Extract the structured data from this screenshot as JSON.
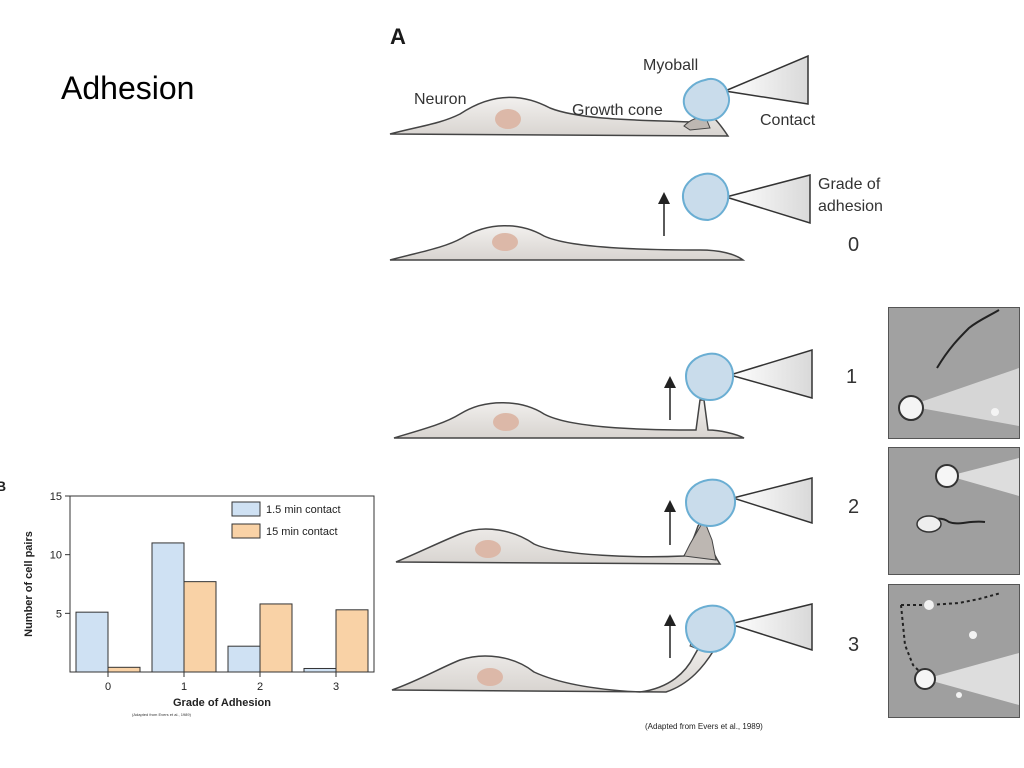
{
  "slide": {
    "title": "Adhesion",
    "panel_letter": "A",
    "cut_letter": "B"
  },
  "diagram": {
    "labels": {
      "neuron": "Neuron",
      "growth_cone": "Growth cone",
      "myoball": "Myoball",
      "contact": "Contact",
      "grade_heading_line1": "Grade of",
      "grade_heading_line2": "adhesion"
    },
    "grades": [
      "0",
      "1",
      "2",
      "3"
    ],
    "credit": "(Adapted from Evers et al., 1989)"
  },
  "colors": {
    "cell_fill": "#e6e3e0",
    "nucleus": "#dcb8a8",
    "myoball_fill": "#c9dceb",
    "myoball_stroke": "#6aaed3",
    "pipette": "#eeeeee",
    "bar_short": "#cfe1f3",
    "bar_long": "#f9d2a6"
  },
  "chart_data": {
    "type": "bar",
    "categories": [
      "0",
      "1",
      "2",
      "3"
    ],
    "series": [
      {
        "name": "1.5 min contact",
        "values": [
          5.1,
          11,
          2.2,
          0.3
        ]
      },
      {
        "name": "15 min contact",
        "values": [
          0.4,
          7.7,
          5.8,
          5.3
        ]
      }
    ],
    "xlabel": "Grade of Adhesion",
    "ylabel": "Number of cell pairs",
    "ylim": [
      0,
      15
    ],
    "yticks": [
      5,
      10,
      15
    ],
    "credit": "(Adapted from Evers et al., 1989)",
    "legend": "top-right",
    "grid": false
  }
}
